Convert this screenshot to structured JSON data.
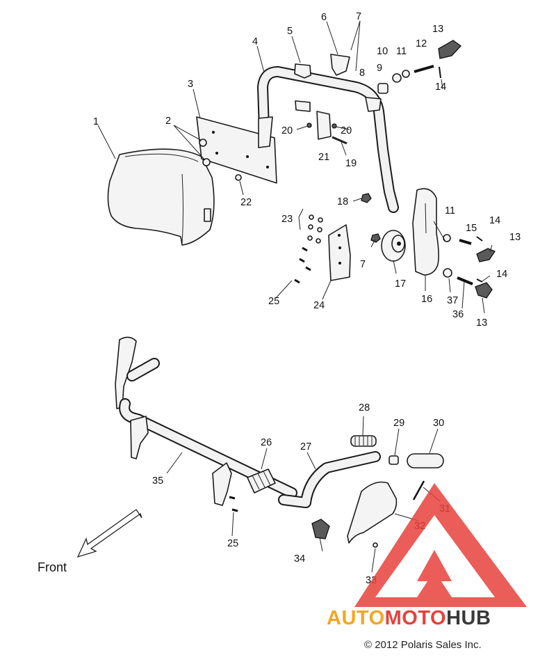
{
  "callouts": [
    {
      "n": "1"
    },
    {
      "n": "2"
    },
    {
      "n": "3"
    },
    {
      "n": "4"
    },
    {
      "n": "5"
    },
    {
      "n": "6"
    },
    {
      "n": "7"
    },
    {
      "n": "8"
    },
    {
      "n": "9"
    },
    {
      "n": "10"
    },
    {
      "n": "11"
    },
    {
      "n": "12"
    },
    {
      "n": "13"
    },
    {
      "n": "14"
    },
    {
      "n": "20"
    },
    {
      "n": "20"
    },
    {
      "n": "21"
    },
    {
      "n": "19"
    },
    {
      "n": "22"
    },
    {
      "n": "18"
    },
    {
      "n": "11"
    },
    {
      "n": "14"
    },
    {
      "n": "15"
    },
    {
      "n": "13"
    },
    {
      "n": "23"
    },
    {
      "n": "7"
    },
    {
      "n": "14"
    },
    {
      "n": "17"
    },
    {
      "n": "16"
    },
    {
      "n": "37"
    },
    {
      "n": "36"
    },
    {
      "n": "13"
    },
    {
      "n": "25"
    },
    {
      "n": "24"
    },
    {
      "n": "28"
    },
    {
      "n": "29"
    },
    {
      "n": "30"
    },
    {
      "n": "26"
    },
    {
      "n": "27"
    },
    {
      "n": "35"
    },
    {
      "n": "31"
    },
    {
      "n": "32"
    },
    {
      "n": "25"
    },
    {
      "n": "34"
    },
    {
      "n": "33"
    }
  ],
  "front_label": "Front",
  "copyright": "© 2012 Polaris Sales Inc.",
  "watermark": {
    "part1": "AUTO",
    "part2": "MOTO",
    "part3": "HUB",
    "color_red": "#e8413b",
    "color_orange": "#f5a623",
    "color_dark": "#3a3a3a"
  }
}
